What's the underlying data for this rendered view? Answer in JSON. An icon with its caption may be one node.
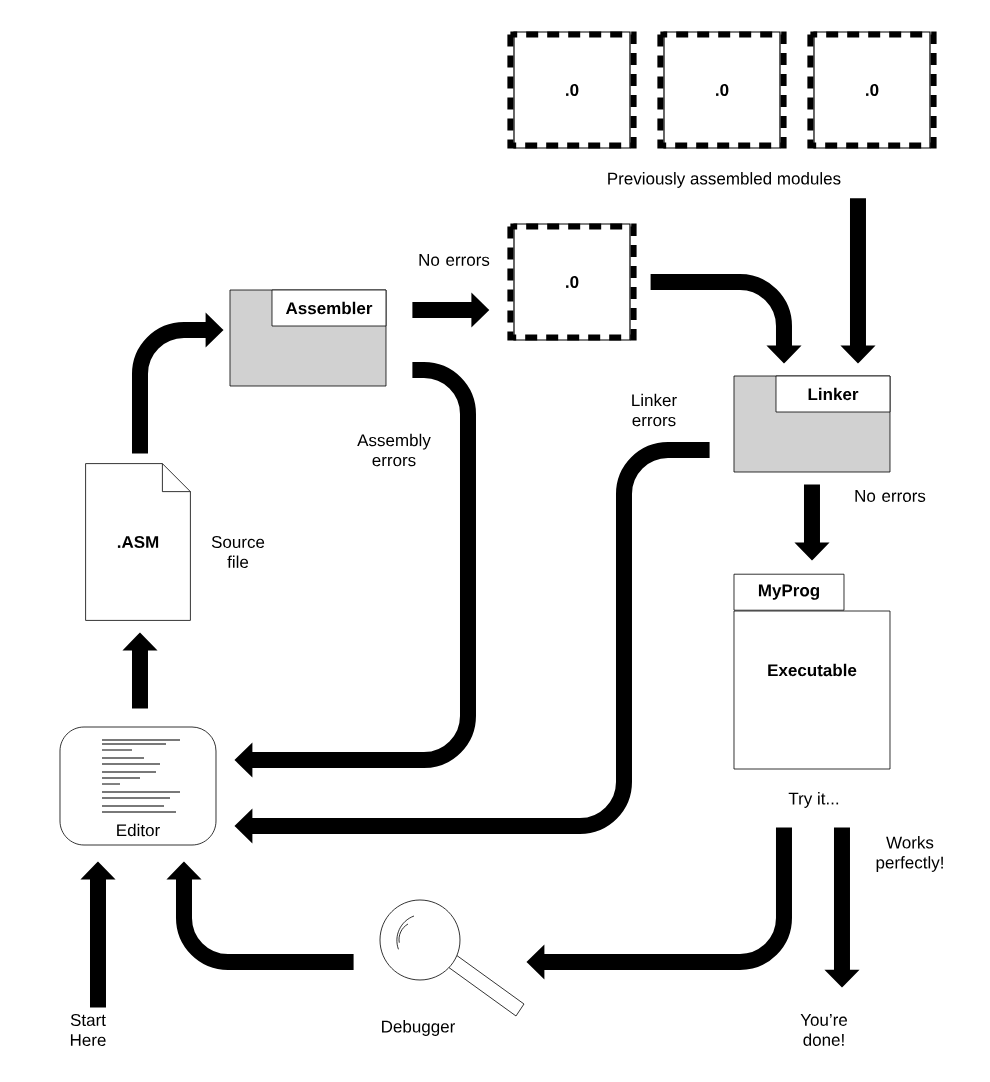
{
  "diagram": {
    "nodes": [
      {
        "text": [
          ".0"
        ]
      },
      {
        "text": [
          ".0"
        ]
      },
      {
        "text": [
          ".0"
        ]
      },
      {
        "text": [
          "Previously assembled modules"
        ]
      },
      {
        "text": [
          "Assembler"
        ]
      },
      {
        "text": [
          ".0"
        ]
      },
      {
        "text": [
          "Linker"
        ]
      },
      {
        "text": [
          ".ASM"
        ],
        "beside": [
          "Source file"
        ]
      },
      {
        "text": [
          "MyProg",
          "Executable"
        ],
        "beside": [
          "Try it..."
        ]
      },
      {
        "text": [
          "Editor"
        ]
      },
      {
        "text": [
          "Start Here"
        ]
      },
      {
        "text": [
          "Debugger"
        ]
      },
      {
        "text": [
          "You’re done!"
        ]
      }
    ],
    "edges": [
      {
        "from": 10,
        "to": 9,
        "arrow": "to"
      },
      {
        "from": 9,
        "to": 7,
        "arrow": "to"
      },
      {
        "from": 7,
        "to": 4,
        "arrow": "to"
      },
      {
        "from": 4,
        "to": 5,
        "arrow": "to",
        "label": "No errors"
      },
      {
        "from": 5,
        "to": 6,
        "arrow": "to"
      },
      {
        "from": 3,
        "to": 6,
        "arrow": "to"
      },
      {
        "from": 4,
        "to": 9,
        "arrow": "to",
        "label": "Assembly errors"
      },
      {
        "from": 6,
        "to": 9,
        "arrow": "to",
        "label": "Linker errors"
      },
      {
        "from": 6,
        "to": 8,
        "arrow": "to",
        "label": "No errors"
      },
      {
        "from": 8,
        "to": 11,
        "arrow": "to"
      },
      {
        "from": 8,
        "to": 12,
        "arrow": "to",
        "label": "Works perfectly!"
      },
      {
        "from": 11,
        "to": 9,
        "arrow": "to"
      }
    ]
  }
}
